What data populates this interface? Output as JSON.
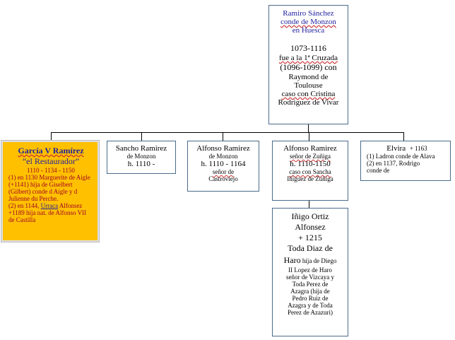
{
  "root": {
    "name_line1": "Ramiro Sánchez",
    "name_line2": "conde de Monzon",
    "name_line3": "en Huesca",
    "dates": "1073-1116",
    "l1": "fue a la 1ª Cruzada",
    "l2": "(1096-1099) con",
    "l3": "Raymond de",
    "l4": "Toulouse",
    "l5": "caso con Cristina",
    "l6": "Rodriguez de Vivar"
  },
  "garcia": {
    "title": "García  V Ramírez",
    "nick": "“el Restaurador”",
    "dates": "1110 - 1134 - 1150",
    "t1": "(1) en 1130 Marguerite de Aigle (+1141) hija de Giselbert (Gilbert) conde d Aigle y d Julienne du Perche.",
    "t2a": "(2) en 1144, ",
    "t2link": "Urraca",
    "t2b": " Alfonsez +1189 hija  nat. de Alfonso  VII de Castilla"
  },
  "sancho": {
    "name": "Sancho Ramirez",
    "title": "de Monzon",
    "dates": "h. 1110 -"
  },
  "alfonso1": {
    "name": "Alfonso Ramirez",
    "title": "de Monzon",
    "dates": "h. 1110 - 1164",
    "l1": "señor de",
    "l2": "Castroviejo"
  },
  "alfonso2": {
    "name": "Alfonso Ramirez",
    "title": "señor de Zuñiga",
    "dates": "h. 1110-1150",
    "l1": "caso con Sancha",
    "l2": "Iñiguez de Zuñiga"
  },
  "elvira": {
    "name": "Elvira",
    "death": "+ 1163",
    "l1": "(1) Ladron conde de Alava",
    "l2": "(2) en 1137, Rodrigo",
    "l3": "conde de"
  },
  "inigo": {
    "n1": "Iñigo Ortiz",
    "n2": "Alfonsez",
    "n3": "+ 1215",
    "n4": "Toda Diaz de",
    "n5": "Haro",
    "n5b": " hija de Diego",
    "l1": "II Lopez de Haro",
    "l2": "señor de Vizcaya y",
    "l3": "Toda Perez de",
    "l4": "Azagra (hija de",
    "l5": "Pedro Ruiz de",
    "l6": "Azagra y de Toda",
    "l7": "Perez de Azazuri)"
  }
}
